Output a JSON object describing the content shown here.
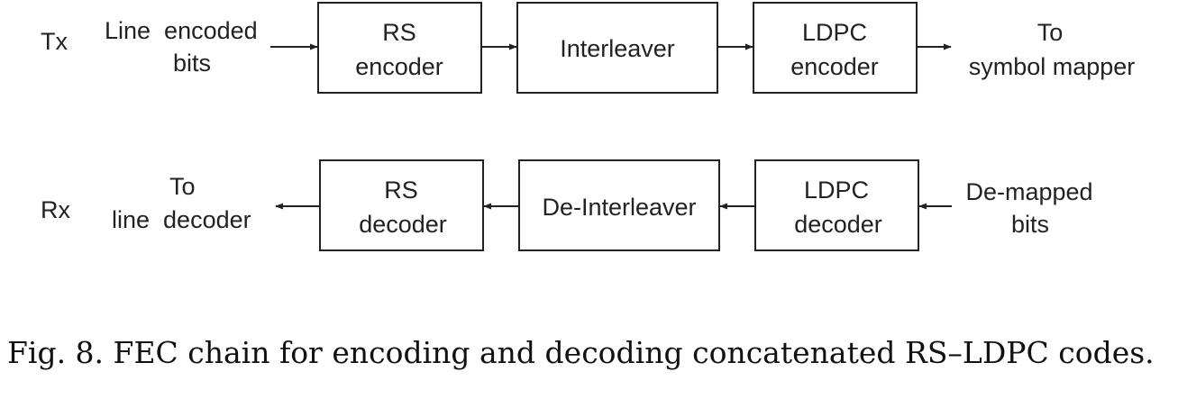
{
  "tx": {
    "label": "Tx",
    "input_label": [
      "Line  encoded",
      "bits"
    ],
    "blocks": [
      [
        "RS",
        "encoder"
      ],
      [
        "Interleaver"
      ],
      [
        "LDPC",
        "encoder"
      ]
    ],
    "output_label": [
      "To",
      "symbol mapper"
    ]
  },
  "rx": {
    "label": "Rx",
    "input_label": [
      "De-mapped",
      "bits"
    ],
    "blocks": [
      [
        "LDPC",
        "decoder"
      ],
      [
        "De-Interleaver"
      ],
      [
        "RS",
        "decoder"
      ]
    ],
    "output_label": [
      "To",
      "line  decoder"
    ]
  },
  "caption": {
    "fig": "Fig. 8.",
    "text": "FEC chain for encoding and decoding concatenated RS–LDPC codes."
  }
}
